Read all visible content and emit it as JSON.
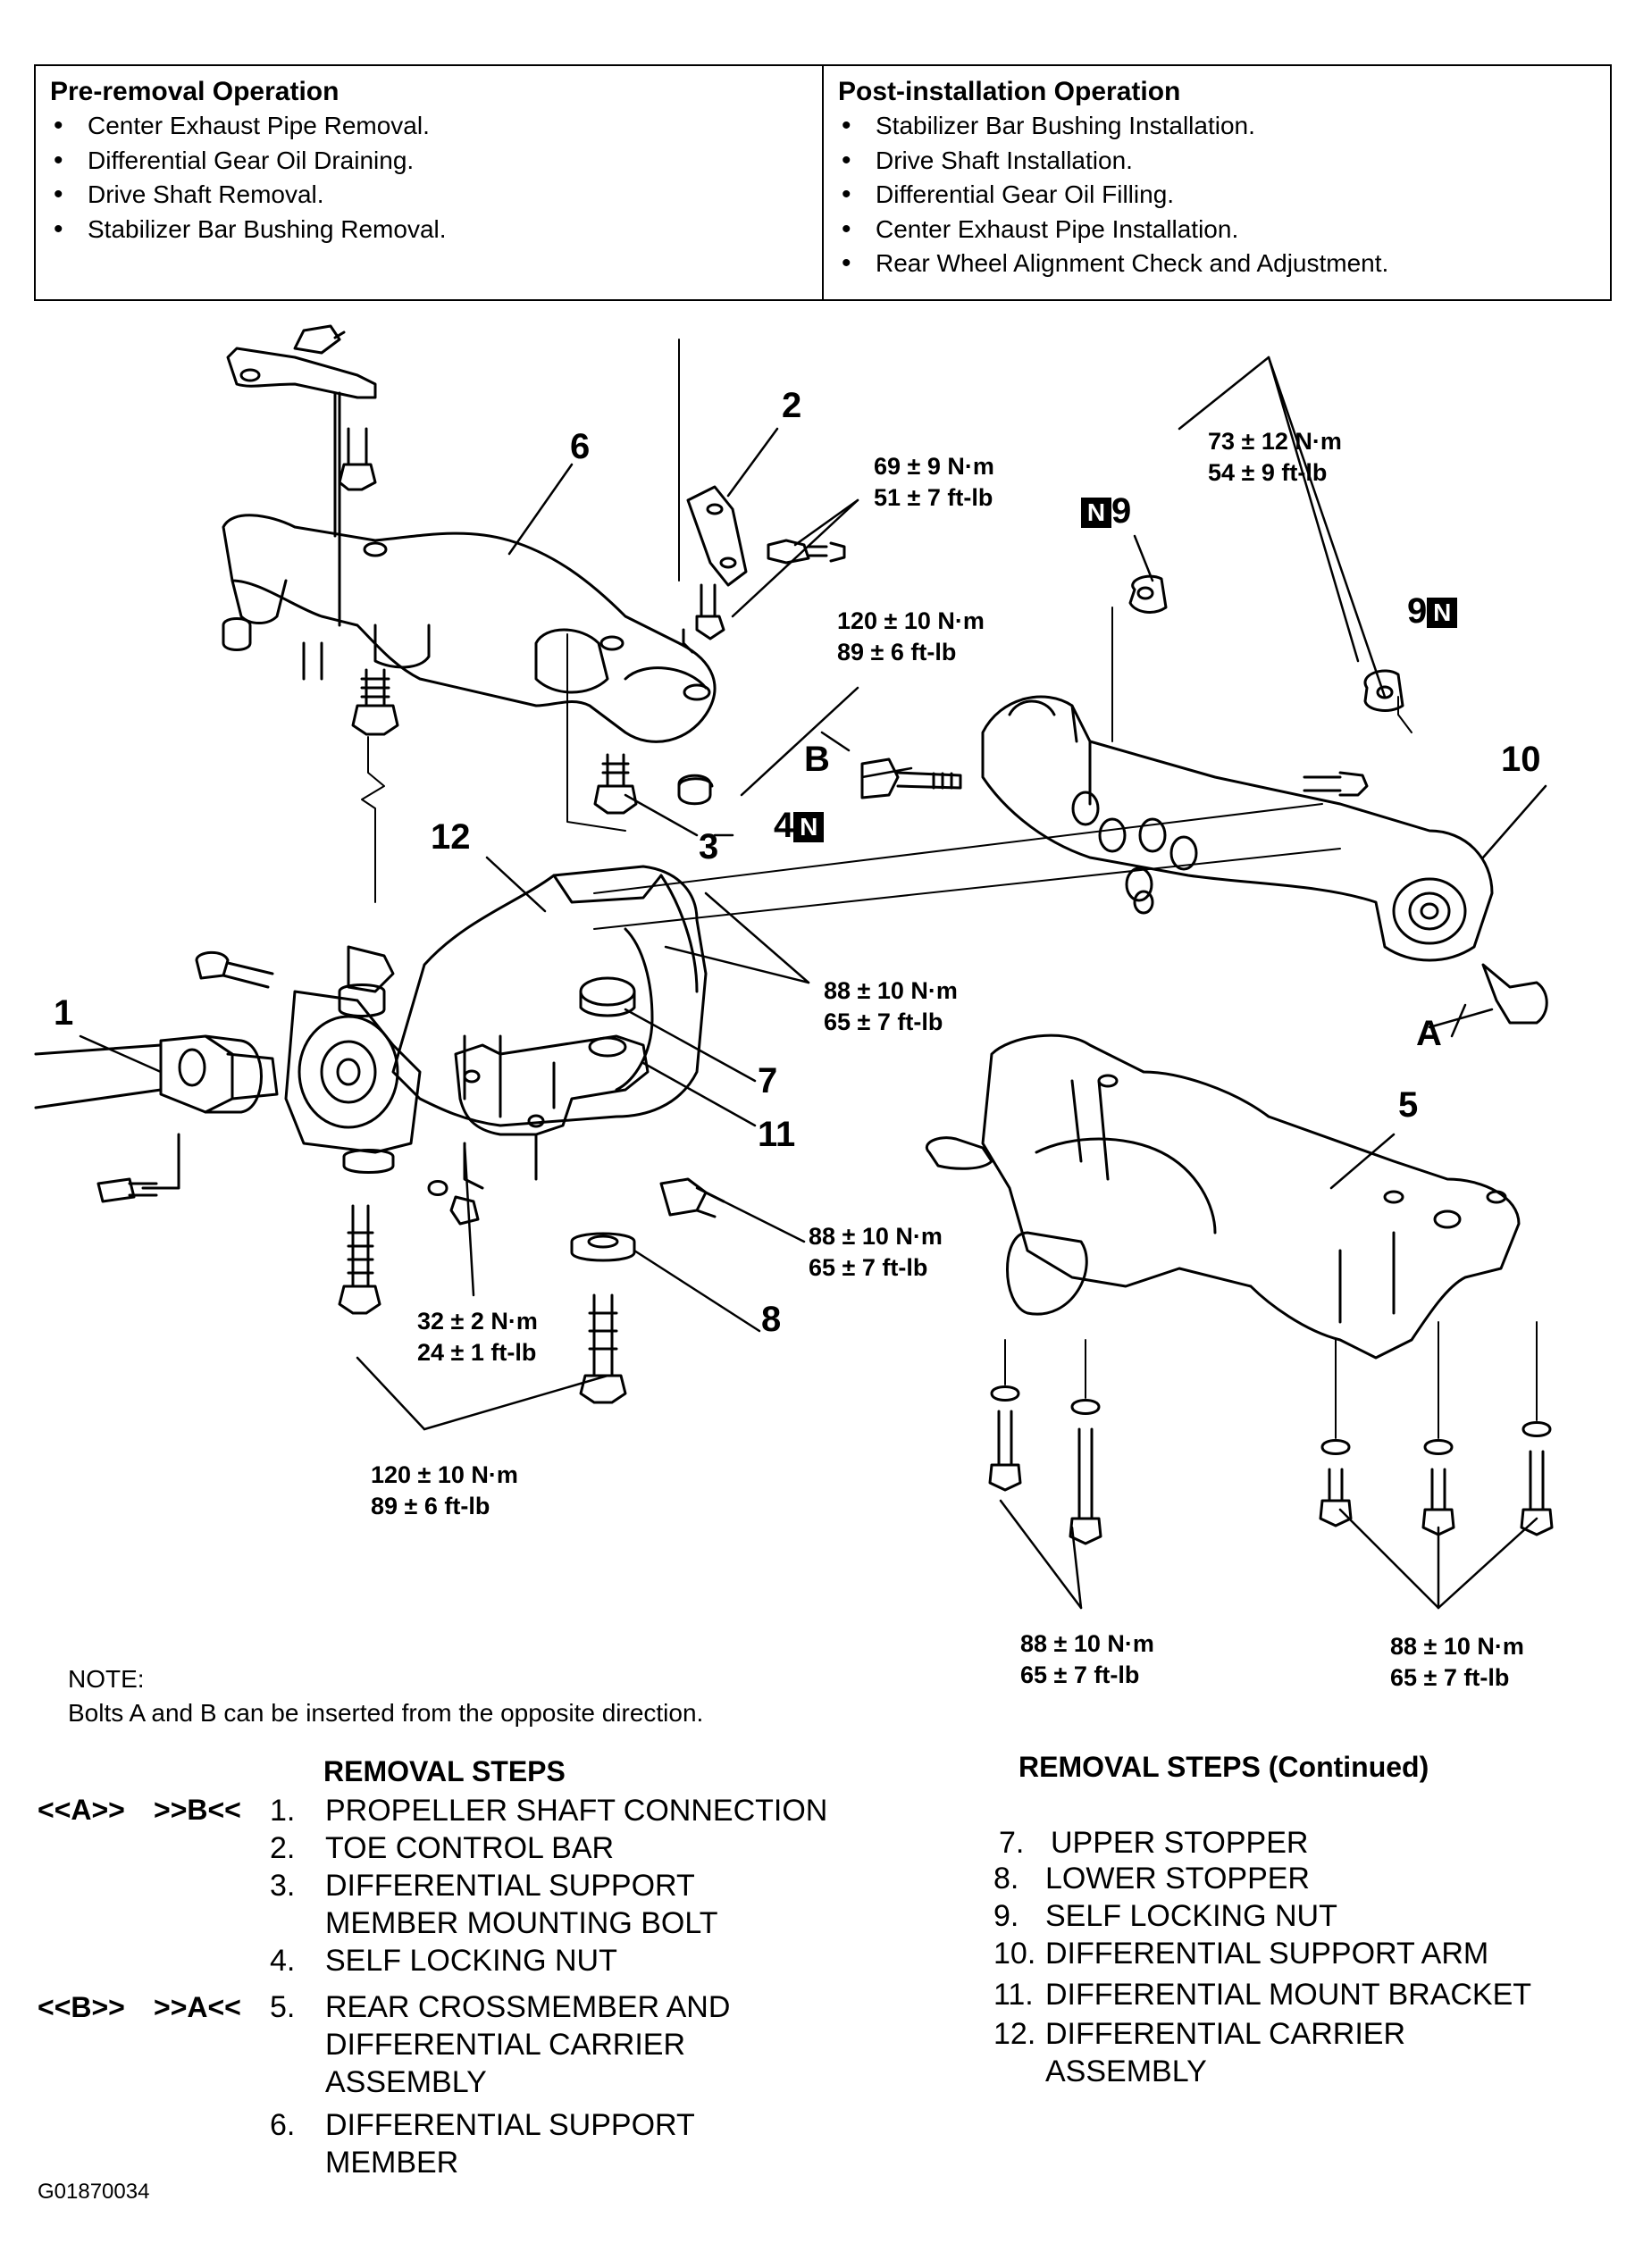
{
  "operations": {
    "pre_title": "Pre-removal Operation",
    "pre_items": [
      "Center Exhaust Pipe Removal.",
      "Differential Gear Oil Draining.",
      "Drive Shaft Removal.",
      "Stabilizer Bar Bushing Removal."
    ],
    "post_title": "Post-installation Operation",
    "post_items": [
      "Stabilizer Bar Bushing Installation.",
      "Drive Shaft Installation.",
      "Differential Gear Oil Filling.",
      "Center Exhaust Pipe Installation.",
      "Rear Wheel Alignment Check and Adjustment."
    ]
  },
  "diagram": {
    "callouts": {
      "c1": "1",
      "c2": "2",
      "c3": "3",
      "c4": "4",
      "c5": "5",
      "c6": "6",
      "c7": "7",
      "c8": "8",
      "c9a": "9",
      "c9b": "9",
      "c10": "10",
      "c11": "11",
      "c12": "12",
      "cA": "A",
      "cB": "B",
      "n": "N"
    },
    "torques": {
      "t69": "69 ± 9 N·m\n51 ± 7 ft-lb",
      "t73": "73 ± 12 N·m\n54 ± 9 ft-lb",
      "t120a": "120 ± 10 N·m\n89 ± 6 ft-lb",
      "t88a": "88 ± 10 N·m\n65 ± 7 ft-lb",
      "t88b": "88 ± 10 N·m\n65 ± 7 ft-lb",
      "t32": "32 ± 2 N·m\n24 ± 1 ft-lb",
      "t120b": "120 ± 10 N·m\n89 ± 6 ft-lb",
      "t88c": "88 ± 10 N·m\n65 ± 7 ft-lb",
      "t88d": "88 ± 10 N·m\n65 ± 7 ft-lb"
    }
  },
  "note": {
    "title": "NOTE:",
    "text": "Bolts A and B can be inserted from the opposite direction."
  },
  "removal_steps": {
    "heading": "REMOVAL STEPS",
    "heading_cont": "REMOVAL STEPS (Continued)",
    "tags": {
      "s1a": "<<A>>",
      "s1b": ">>B<<",
      "s5a": "<<B>>",
      "s5b": ">>A<<"
    },
    "left": [
      {
        "num": "1.",
        "lines": [
          "PROPELLER SHAFT CONNECTION"
        ]
      },
      {
        "num": "2.",
        "lines": [
          "TOE CONTROL BAR"
        ]
      },
      {
        "num": "3.",
        "lines": [
          "DIFFERENTIAL SUPPORT",
          "MEMBER MOUNTING BOLT"
        ]
      },
      {
        "num": "4.",
        "lines": [
          "SELF LOCKING NUT"
        ]
      },
      {
        "num": "5.",
        "lines": [
          "REAR CROSSMEMBER AND",
          "DIFFERENTIAL CARRIER",
          "ASSEMBLY"
        ]
      },
      {
        "num": "6.",
        "lines": [
          "DIFFERENTIAL SUPPORT",
          "MEMBER"
        ]
      }
    ],
    "right": [
      {
        "num": "7.",
        "lines": [
          "UPPER STOPPER"
        ]
      },
      {
        "num": "8.",
        "lines": [
          "LOWER STOPPER"
        ]
      },
      {
        "num": "9.",
        "lines": [
          "SELF LOCKING NUT"
        ]
      },
      {
        "num": "10.",
        "lines": [
          "DIFFERENTIAL SUPPORT ARM"
        ]
      },
      {
        "num": "11.",
        "lines": [
          "DIFFERENTIAL MOUNT BRACKET"
        ]
      },
      {
        "num": "12.",
        "lines": [
          "DIFFERENTIAL CARRIER",
          "ASSEMBLY"
        ]
      }
    ]
  },
  "figure_id": "G01870034"
}
